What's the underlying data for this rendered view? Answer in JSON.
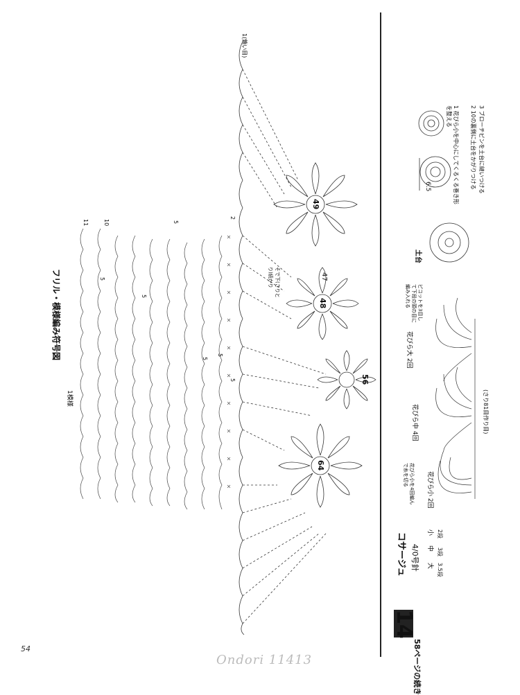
{
  "page": {
    "number": "54",
    "footer_brand": "Ondori 11413"
  },
  "pattern": {
    "number": "14",
    "reference": "58ページの続き"
  },
  "chart": {
    "title": "フリル・模様編み符号図",
    "repeat_label": "1模様",
    "row_labels": [
      "11",
      "10",
      "5",
      "2",
      "1(鎖い目)"
    ],
    "flower_numbers": [
      "49",
      "48",
      "47",
      "56",
      "64"
    ],
    "note": "そで下(さりとり)続かり",
    "inner_fives": [
      "5",
      "5",
      "5",
      "5",
      "5"
    ]
  },
  "corsage": {
    "title": "コサージュ",
    "needle": "4/0号針",
    "sizes": {
      "large": "大",
      "medium": "中",
      "small": "小",
      "large_rows": "3.5段",
      "medium_rows": "3段",
      "small_rows": "2段"
    },
    "petal_note": "花びら小を4回編んで糸を切る",
    "petal_small": "花びら小 2回",
    "petal_medium": "花びら中 4回",
    "petal_large": "花びら大 2回",
    "chain_start": "(さり81目作り目)",
    "picot_note": "ピコットを3目して下段の頭の目に編み入れる",
    "base_label": "土台",
    "diameter": "6.5",
    "steps": [
      "1  花びら小を中心にしてくるくる巻き形を整える",
      "2  10の裏側に土台をかがりつける",
      "3  ブローチピンを土台に縫いつける"
    ]
  }
}
